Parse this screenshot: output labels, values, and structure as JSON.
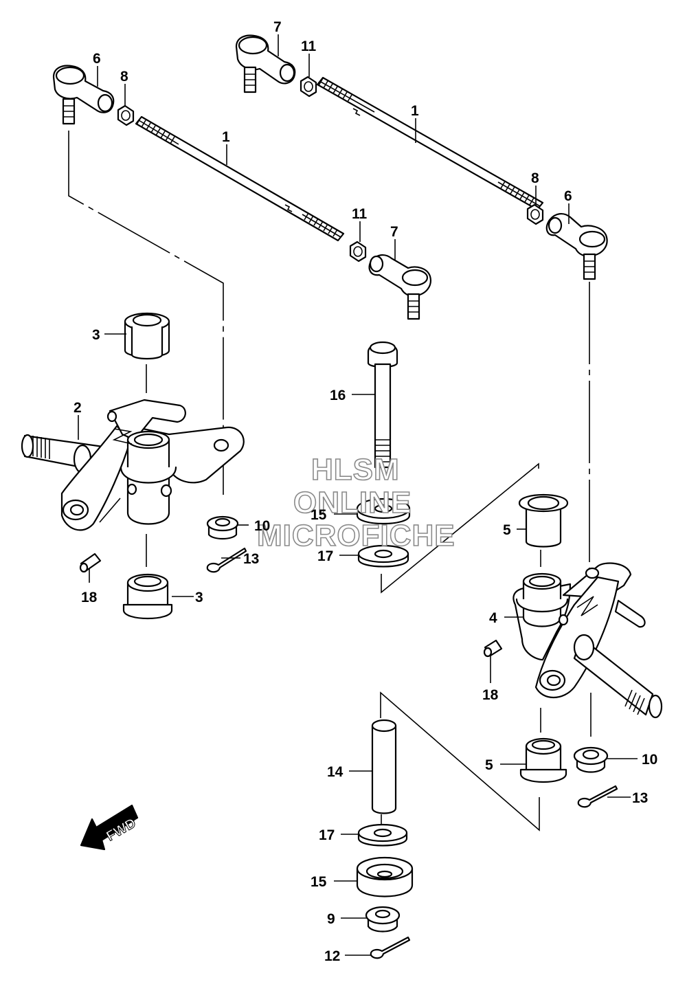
{
  "diagram": {
    "callouts": {
      "c1a": "1",
      "c1b": "1",
      "c2": "2",
      "c3a": "3",
      "c3b": "3",
      "c4": "4",
      "c5a": "5",
      "c5b": "5",
      "c6a": "6",
      "c6b": "6",
      "c7a": "7",
      "c7b": "7",
      "c8a": "8",
      "c8b": "8",
      "c9": "9",
      "c10a": "10",
      "c10b": "10",
      "c11a": "11",
      "c11b": "11",
      "c12": "12",
      "c13a": "13",
      "c13b": "13",
      "c14": "14",
      "c15a": "15",
      "c15b": "15",
      "c16": "16",
      "c17a": "17",
      "c17b": "17",
      "c18a": "18",
      "c18b": "18"
    },
    "watermark": {
      "line1": "HLSM",
      "line2": "ONLINE",
      "line3": "MICROFICHE"
    },
    "fwd_label": "FWD"
  }
}
